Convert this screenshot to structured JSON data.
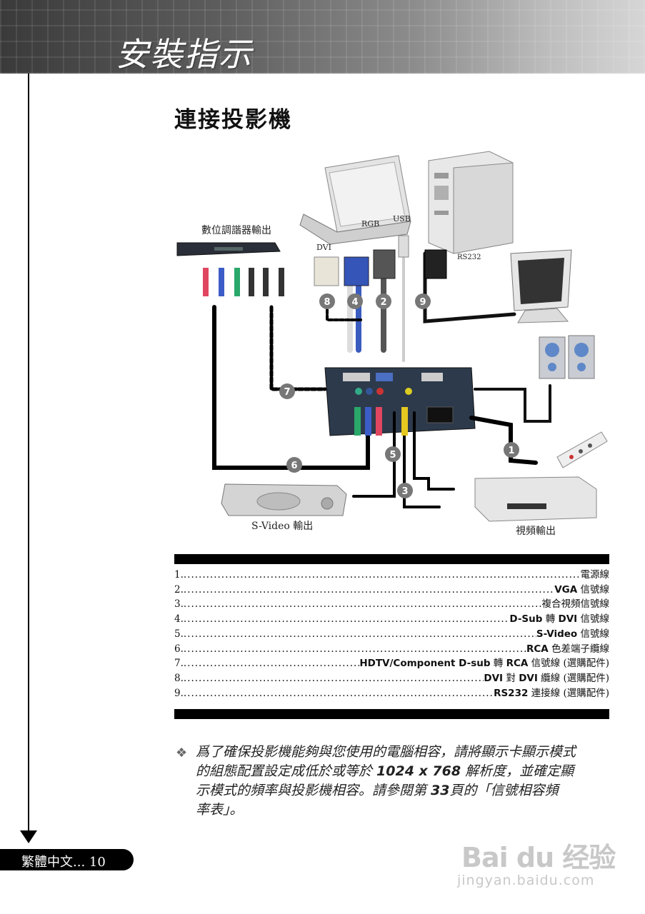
{
  "header": {
    "title": "安裝指示"
  },
  "section": {
    "title": "連接投影機"
  },
  "diagram": {
    "labels": {
      "dtv": "數位調諧器輸出",
      "dvi": "DVI",
      "rgb": "RGB",
      "usb": "USB",
      "rs232": "RS232",
      "svideo_out": "S-Video 輸出",
      "video_out": "視頻輸出"
    },
    "callouts": [
      "1",
      "2",
      "3",
      "4",
      "5",
      "6",
      "7",
      "8",
      "9"
    ]
  },
  "legend": [
    {
      "num": "1.",
      "text": "電源線"
    },
    {
      "num": "2.",
      "en": "VGA",
      "zh": " 信號線"
    },
    {
      "num": "3.",
      "text": "複合視頻信號線"
    },
    {
      "num": "4.",
      "en": "D-Sub",
      "zh": " 轉 ",
      "en2": "DVI",
      "zh2": " 信號線"
    },
    {
      "num": "5.",
      "en": "S-Video",
      "zh": " 信號線"
    },
    {
      "num": "6.",
      "en": "RCA",
      "zh": " 色差端子纜線"
    },
    {
      "num": "7.",
      "en": "HDTV/Component D-sub",
      "zh": " 轉 ",
      "en2": "RCA",
      "zh2": " 信號線 (選購配件)"
    },
    {
      "num": "8.",
      "en": "DVI",
      "zh": " 對 ",
      "en2": "DVI",
      "zh2": " 纜線 (選購配件)"
    },
    {
      "num": "9.",
      "en": "RS232",
      "zh": " 連接線 (選購配件)"
    }
  ],
  "note": {
    "bullet": "❖",
    "line1": "爲了確保投影機能夠與您使用的電腦相容，請將顯示卡顯示模式",
    "line2a": "的組態配置設定成低於或等於 ",
    "line2b": "1024 x 768",
    "line2c": " 解析度，並確定顯",
    "line3a": "示模式的頻率與投影機相容。請參閱第 ",
    "line3b": "33",
    "line3c": "頁的「信號相容頻",
    "line4": "率表」。"
  },
  "footer": {
    "text": "繁體中文... 10"
  },
  "watermark": {
    "logo": "Bai du 经验",
    "sub": "jingyan.baidu.com"
  }
}
